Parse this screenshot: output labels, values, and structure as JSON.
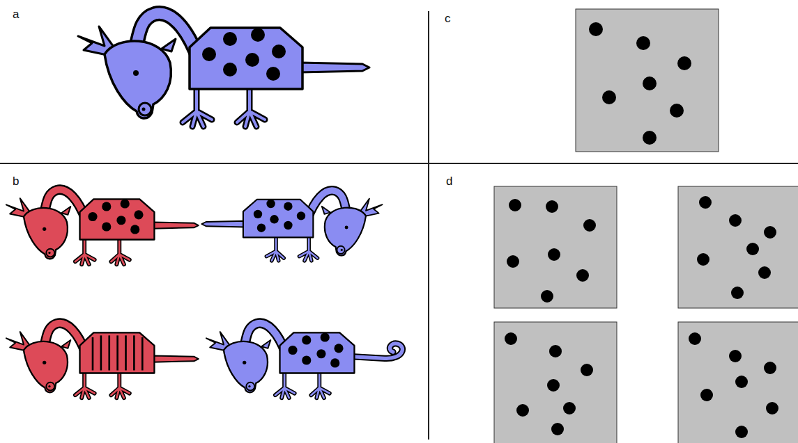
{
  "diagram": {
    "labels": [
      "a",
      "c",
      "b",
      "d"
    ]
  }
}
